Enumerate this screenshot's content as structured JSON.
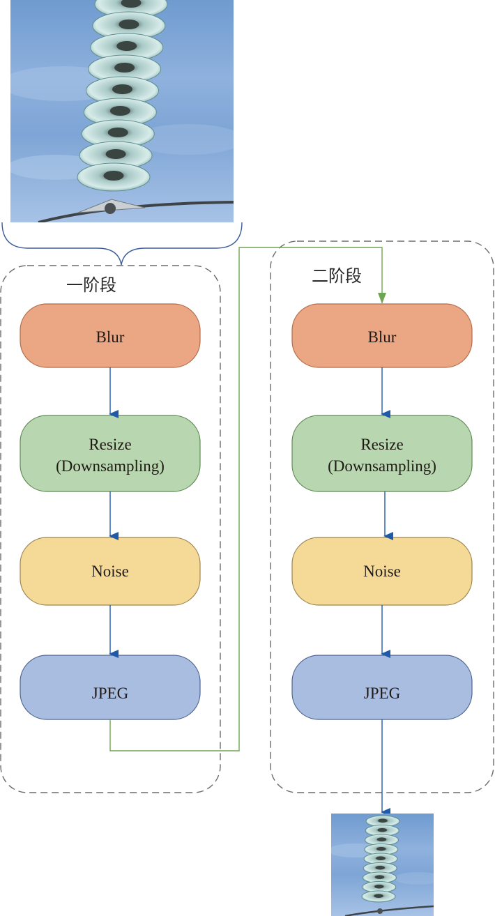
{
  "diagram": {
    "input_image": {
      "label": "insulator-string-photo",
      "description": "Glass insulator string against blue sky (input image)"
    },
    "output_image": {
      "label": "degraded-insulator-photo",
      "description": "Degraded low-resolution insulator image (output)"
    },
    "stages": [
      {
        "label": "一阶段",
        "nodes": [
          {
            "line1": "Blur",
            "line2": ""
          },
          {
            "line1": "Resize",
            "line2": "(Downsampling)"
          },
          {
            "line1": "Noise",
            "line2": ""
          },
          {
            "line1": "JPEG",
            "line2": ""
          }
        ]
      },
      {
        "label": "二阶段",
        "nodes": [
          {
            "line1": "Blur",
            "line2": ""
          },
          {
            "line1": "Resize",
            "line2": "(Downsampling)"
          },
          {
            "line1": "Noise",
            "line2": ""
          },
          {
            "line1": "JPEG",
            "line2": ""
          }
        ]
      }
    ],
    "colors": {
      "blur_fill": "#eba684",
      "blur_stroke": "#b26b4a",
      "resize_fill": "#b8d7b0",
      "resize_stroke": "#5f8a55",
      "noise_fill": "#f5d997",
      "noise_stroke": "#9c8450",
      "jpeg_fill": "#a9bde0",
      "jpeg_stroke": "#4d6390",
      "arrow_blue": "#1f5aa8",
      "arrow_green": "#6ea552",
      "stage_border": "#6b6b6b",
      "brace": "#3a5d9a"
    }
  }
}
